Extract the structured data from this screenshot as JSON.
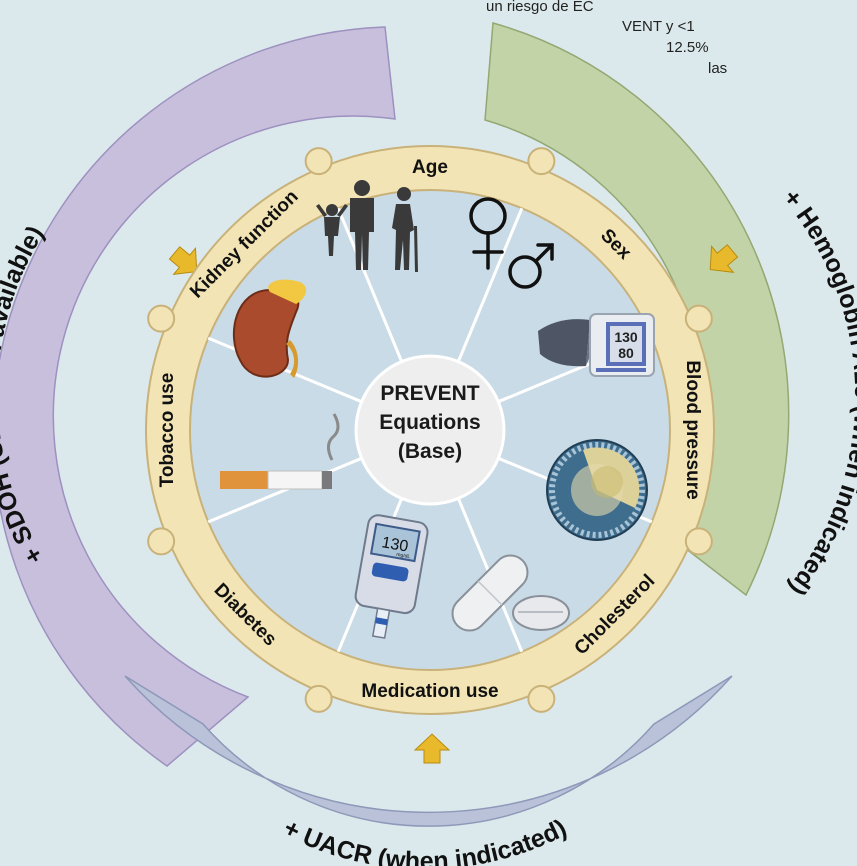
{
  "snippet": {
    "lines": [
      "un riesgo de EC",
      "VENT y <1",
      "12.5%",
      "las"
    ]
  },
  "center": {
    "lines": [
      "PREVENT",
      "Equations",
      "(Base)"
    ]
  },
  "segments": [
    {
      "label": "Age",
      "icon": "people-ages-icon"
    },
    {
      "label": "Sex",
      "icon": "sex-symbols-icon"
    },
    {
      "label": "Blood pressure",
      "icon": "blood-pressure-monitor-icon"
    },
    {
      "label": "Cholesterol",
      "icon": "lipoprotein-particle-icon"
    },
    {
      "label": "Medication use",
      "icon": "pills-icon"
    },
    {
      "label": "Diabetes",
      "icon": "glucose-meter-icon"
    },
    {
      "label": "Tobacco use",
      "icon": "cigarette-icon"
    },
    {
      "label": "Kidney function",
      "icon": "kidney-icon"
    }
  ],
  "bp_reading": [
    "130",
    "80"
  ],
  "glucose_reading": "130",
  "glucose_unit": "mg/dL",
  "add_ons": [
    {
      "label": "+ SDOH (SDI when available)",
      "color": "#c8bfdd"
    },
    {
      "label": "+ Hemoglobin A1c (when indicated)",
      "color": "#c3d3a8"
    },
    {
      "label": "+ UACR (when indicated)",
      "color": "#b9c2d8"
    }
  ],
  "colors": {
    "background": "#dce9ec",
    "ring": "#f2e4b4",
    "ring_stroke": "#c9b27a",
    "wedge": "#c9dbe6",
    "wedge_line": "#ffffff",
    "arrow": "#e8b92a"
  }
}
